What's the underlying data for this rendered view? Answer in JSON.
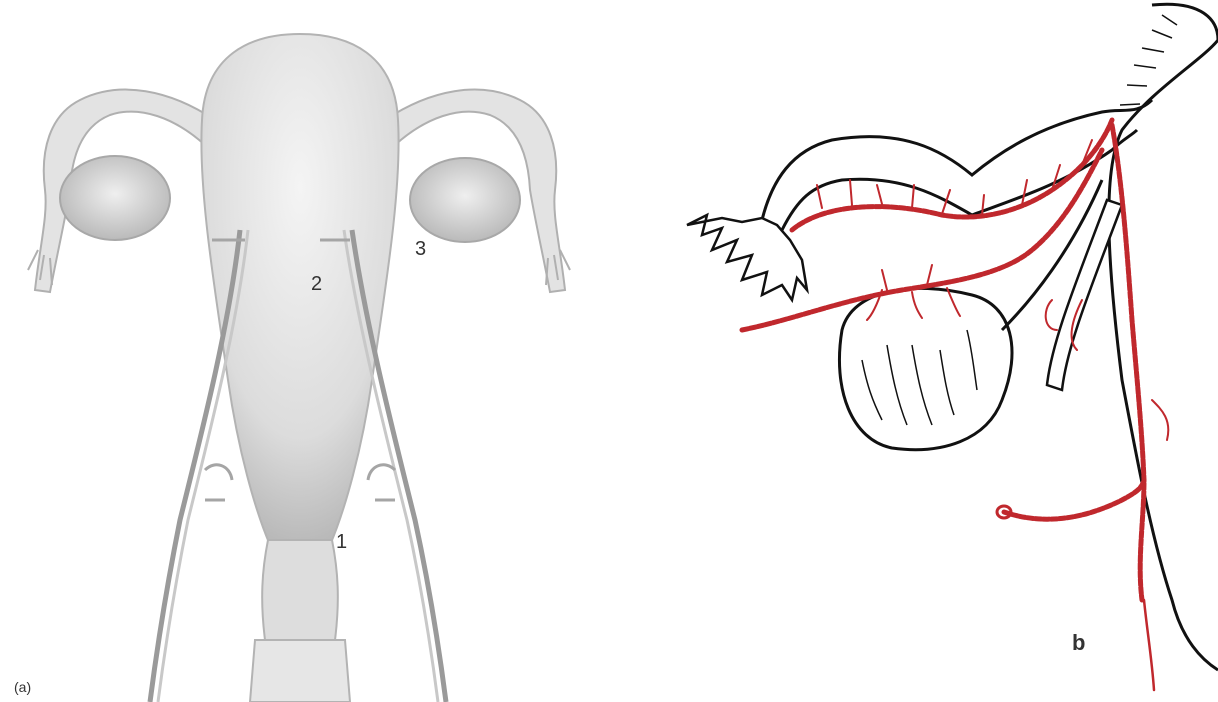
{
  "left_figure": {
    "number_labels": [
      "1",
      "2",
      "3"
    ],
    "corner_mark": "(a)",
    "colors": {
      "organ": "#e2e2e2",
      "organ_shadow": "#bdbdbd",
      "vessel": "#9a9a9a",
      "background": "#ffffff"
    }
  },
  "right_figure": {
    "panel_label": "b",
    "colors": {
      "outline": "#111111",
      "artery": "#c0282d",
      "background": "#ffffff"
    }
  }
}
